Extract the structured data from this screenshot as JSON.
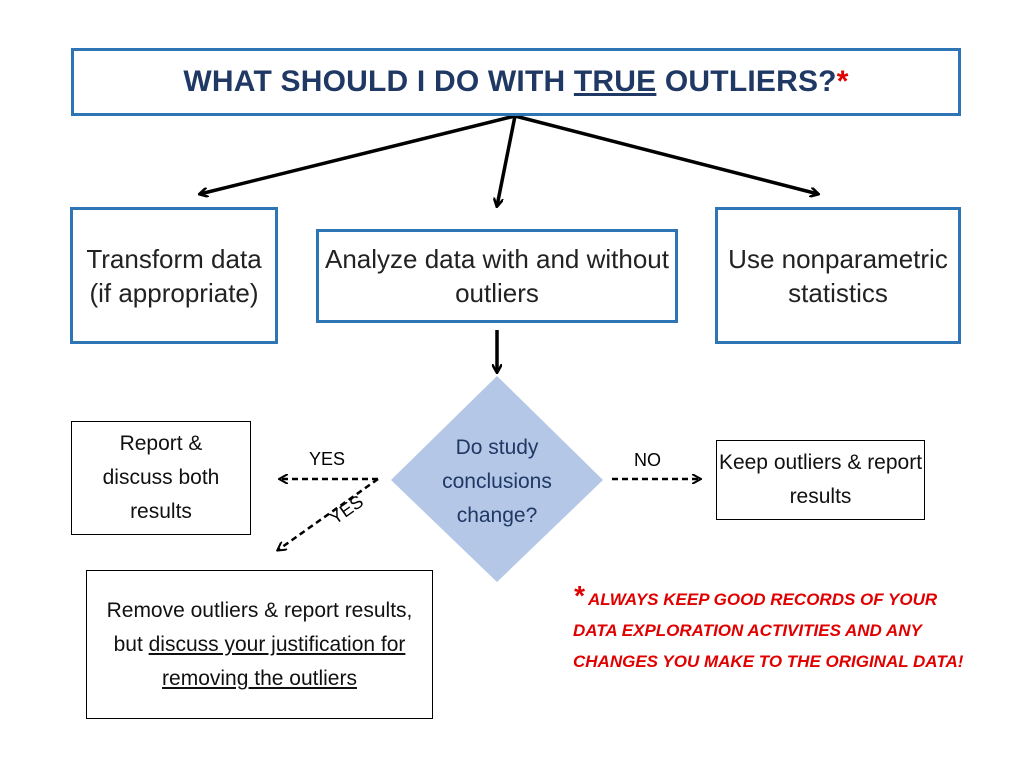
{
  "title": {
    "pre": "WHAT SHOULD I DO WITH ",
    "emph": "TRUE",
    "post": " OUTLIERS?",
    "star": "*"
  },
  "options": {
    "transform": "Transform data (if appropriate)",
    "analyze": "Analyze data with and without outliers",
    "nonparametric": "Use nonparametric statistics"
  },
  "decision": "Do study conclusions change?",
  "outcomes": {
    "report_both": "Report & discuss both results",
    "keep": "Keep outliers & report results",
    "remove_pre": "Remove outliers & report results, but ",
    "remove_underlined": "discuss your justification for removing the outliers"
  },
  "edge_labels": {
    "yes_left": "YES",
    "yes_diag": "YES",
    "no_right": "NO"
  },
  "note": {
    "star": "*",
    "text": "ALWAYS KEEP GOOD RECORDS OF YOUR DATA EXPLORATION ACTIVITIES AND ANY CHANGES YOU MAKE TO THE ORIGINAL DATA!"
  },
  "colors": {
    "title_text": "#1f3864",
    "box_border": "#2e75b6",
    "diamond_fill": "#b4c7e7",
    "note_red": "#e00000"
  }
}
